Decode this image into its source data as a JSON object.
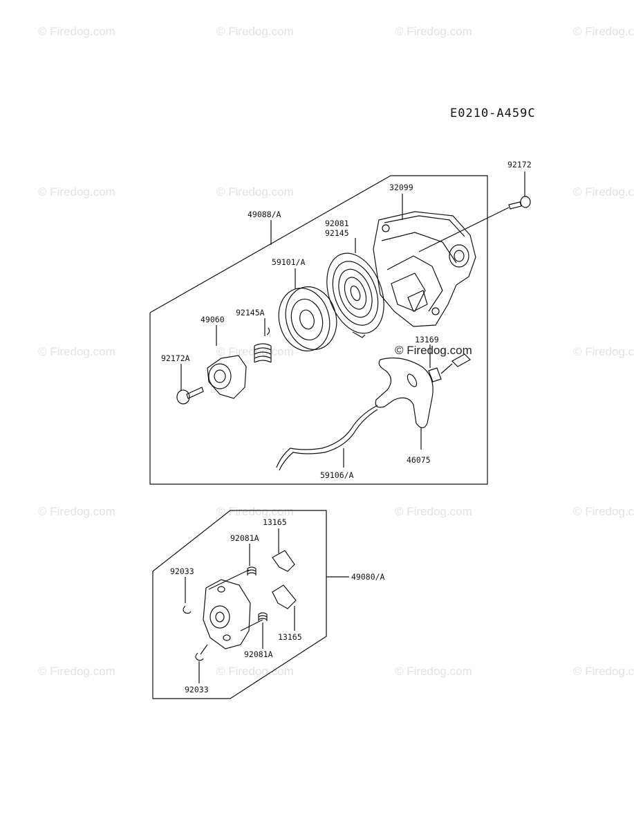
{
  "watermark": "© Firedog.com",
  "diagram_code": "E0210-A459C",
  "upper_assembly": {
    "assembly_label": "49088/A",
    "parts": {
      "bolt_top": "92172",
      "housing": "32099",
      "spring_a": "92081",
      "spring_b": "92145",
      "reel": "59101/A",
      "spring_small": "92145A",
      "pawl": "49060",
      "bolt_small": "92172A",
      "guide": "13169",
      "handle": "46075",
      "rope": "59106/A"
    }
  },
  "lower_assembly": {
    "assembly_label": "49080/A",
    "parts": {
      "pawl_top": "13165",
      "spring_top": "92081A",
      "clip_left": "92033",
      "pawl_right": "13165",
      "spring_bottom": "92081A",
      "clip_bottom": "92033"
    }
  }
}
